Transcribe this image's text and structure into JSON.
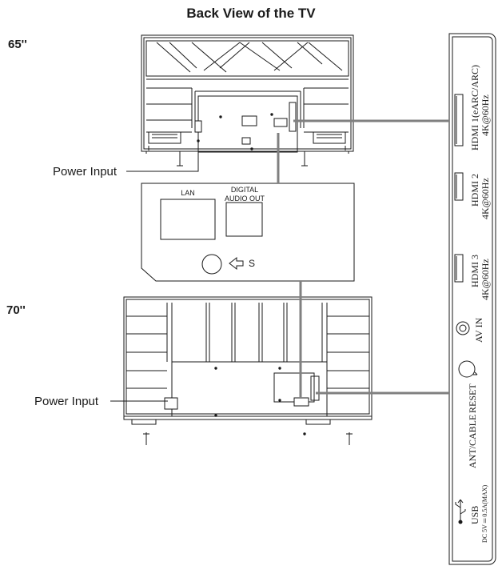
{
  "title": "Back View of the TV",
  "tv65": {
    "size_label": "65''",
    "power_label": "Power Input"
  },
  "tv70": {
    "size_label": "70''",
    "power_label": "Power Input"
  },
  "zoom_panel": {
    "lan": "LAN",
    "digital": "DIGITAL",
    "audio_out": "AUDIO OUT",
    "s_label": "S"
  },
  "side_panel": {
    "hdmi1": "HDMI 1(eARC/ARC)",
    "hdmi1_spec": "4K@60Hz",
    "hdmi2": "HDMI 2",
    "hdmi2_spec": "4K@60Hz",
    "hdmi3": "HDMI 3",
    "hdmi3_spec": "4K@60Hz",
    "av_in": "AV IN",
    "reset": "RESET",
    "ant_cable": "ANT/CABLE",
    "usb": "USB",
    "usb_spec": "DC 5V ═ 0.5A(MAX)"
  },
  "colors": {
    "line": "#1a1a1a",
    "connector": "#808080"
  }
}
